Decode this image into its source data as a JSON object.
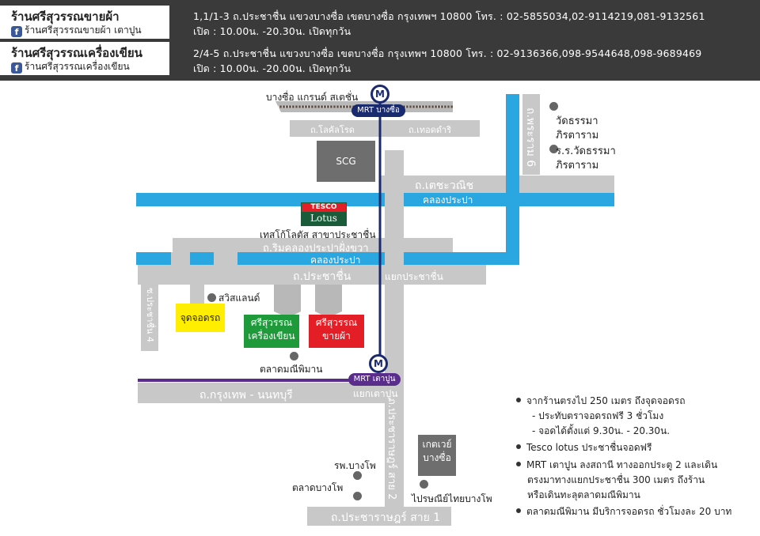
{
  "shops": [
    {
      "name": "ร้านศรีสุวรรณขายผ้า",
      "facebook": "ร้านศรีสุวรรณขายผ้า เตาปูน",
      "address": "1,1/1-3 ถ.ประชาชื่น แขวงบางซื่อ เขตบางซื่อ กรุงเทพฯ 10800  โทร. : 02-5855034,02-9114219,081-9132561",
      "hours": "เปิด : 10.00น. -20.30น. เปิดทุกวัน"
    },
    {
      "name": "ร้านศรีสุวรรณเครื่องเขียน",
      "facebook": "ร้านศรีสุวรรณเครื่องเขียน",
      "address": "2/4-5 ถ.ประชาชื่น แขวงบางซื่อ เขตบางซื่อ กรุงเทพฯ 10800 โทร. : 02-9136366,098-9544648,098-9689469",
      "hours": "เปิด : 10.00น. -20.00น. เปิดทุกวัน"
    }
  ],
  "map": {
    "bangsue_grand_station": "บางซื่อ แกรนด์ สเตชั่น",
    "mrt_bangsue": "MRT บางซื่อ",
    "mrt_taopoon": "MRT เตาปูน",
    "mrt_symbol": "M",
    "roads": {
      "locomotive": "ถ.โลคัลโรด",
      "techdamri": "ถ.เทอดดำริ",
      "tesawanich": "ถ.เตชะวณิช",
      "rama6": "ถ.พระราม 6",
      "rimkhlong": "ถ.ริมคลองประปาฝั่งขวา",
      "prachachuen": "ถ.ประชาชื่น",
      "prachachuen_intersection": "แยกประชาชื่น",
      "krungthep_nonthaburi": "ถ.กรุงเทพ - นนทบุรี",
      "taopoon_intersection": "แยกเตาปูน",
      "pracharat2": "ถ.ประชาราษฎร์ สาย 2",
      "pracharat1": "ถ.ประชาราษฎร์ สาย 1",
      "prachachuen4": "ซ.ประชาชื่น 4"
    },
    "canal": "คลองประปา",
    "canal2": "คลองประปา",
    "tesco_logo_top": "TESCO",
    "tesco_logo_bottom": "Lotus",
    "tesco_branch": "เทสโก้โลตัส สาขาประชาชื่น",
    "scg": "SCG",
    "places": {
      "wat_line1": "วัดธรรมา",
      "wat_line2": "ภิรตาราม",
      "school_line1": "ร.ร.วัดธรรมา",
      "school_line2": "ภิรตาราม",
      "swissland": "สวิสแลนด์",
      "market_manee": "ตลาดมณีพิมาน",
      "hospital": "รพ.บางโพ",
      "market_bangpho": "ตลาดบางโพ",
      "post_office": "ไปรษณีย์ไทยบางโพ"
    },
    "parking": "จุดจอดรถ",
    "store_stationery_1": "ศรีสุวรรณ",
    "store_stationery_2": "เครื่องเขียน",
    "store_fabric_1": "ศรีสุวรรณ",
    "store_fabric_2": "ขายผ้า",
    "gateway_1": "เกตเวย์",
    "gateway_2": "บางซื่อ"
  },
  "notes": [
    "จากร้านตรงไป 250 เมตร ถึงจุดจอดรถ",
    "- ประทับตราจอดรถฟรี 3 ชั่วโมง",
    "- จอดได้ตั้งแต่ 9.30น. - 20.30น.",
    "Tesco lotus ประชาชื่นจอดฟรี",
    "MRT เตาปูน ลงสถานี ทางออกประตู 2 และเดิน",
    "ตรงมาทางแยกประชาชื่น 300 เมตร ถึงร้าน",
    "หรือเดินทะลุตลาดมณีพิมาน",
    "ตลาดมณีพิมาน มีบริการจอดรถ ชั่วโมงละ 20 บาท"
  ],
  "colors": {
    "road": "#c8c8c8",
    "canal": "#2aa6e0",
    "mrt_blue": "#1a2a6e",
    "mrt_purple": "#5a2d8c",
    "stationery": "#1e9a3a",
    "fabric": "#e41e26",
    "parking": "#ffee00"
  }
}
